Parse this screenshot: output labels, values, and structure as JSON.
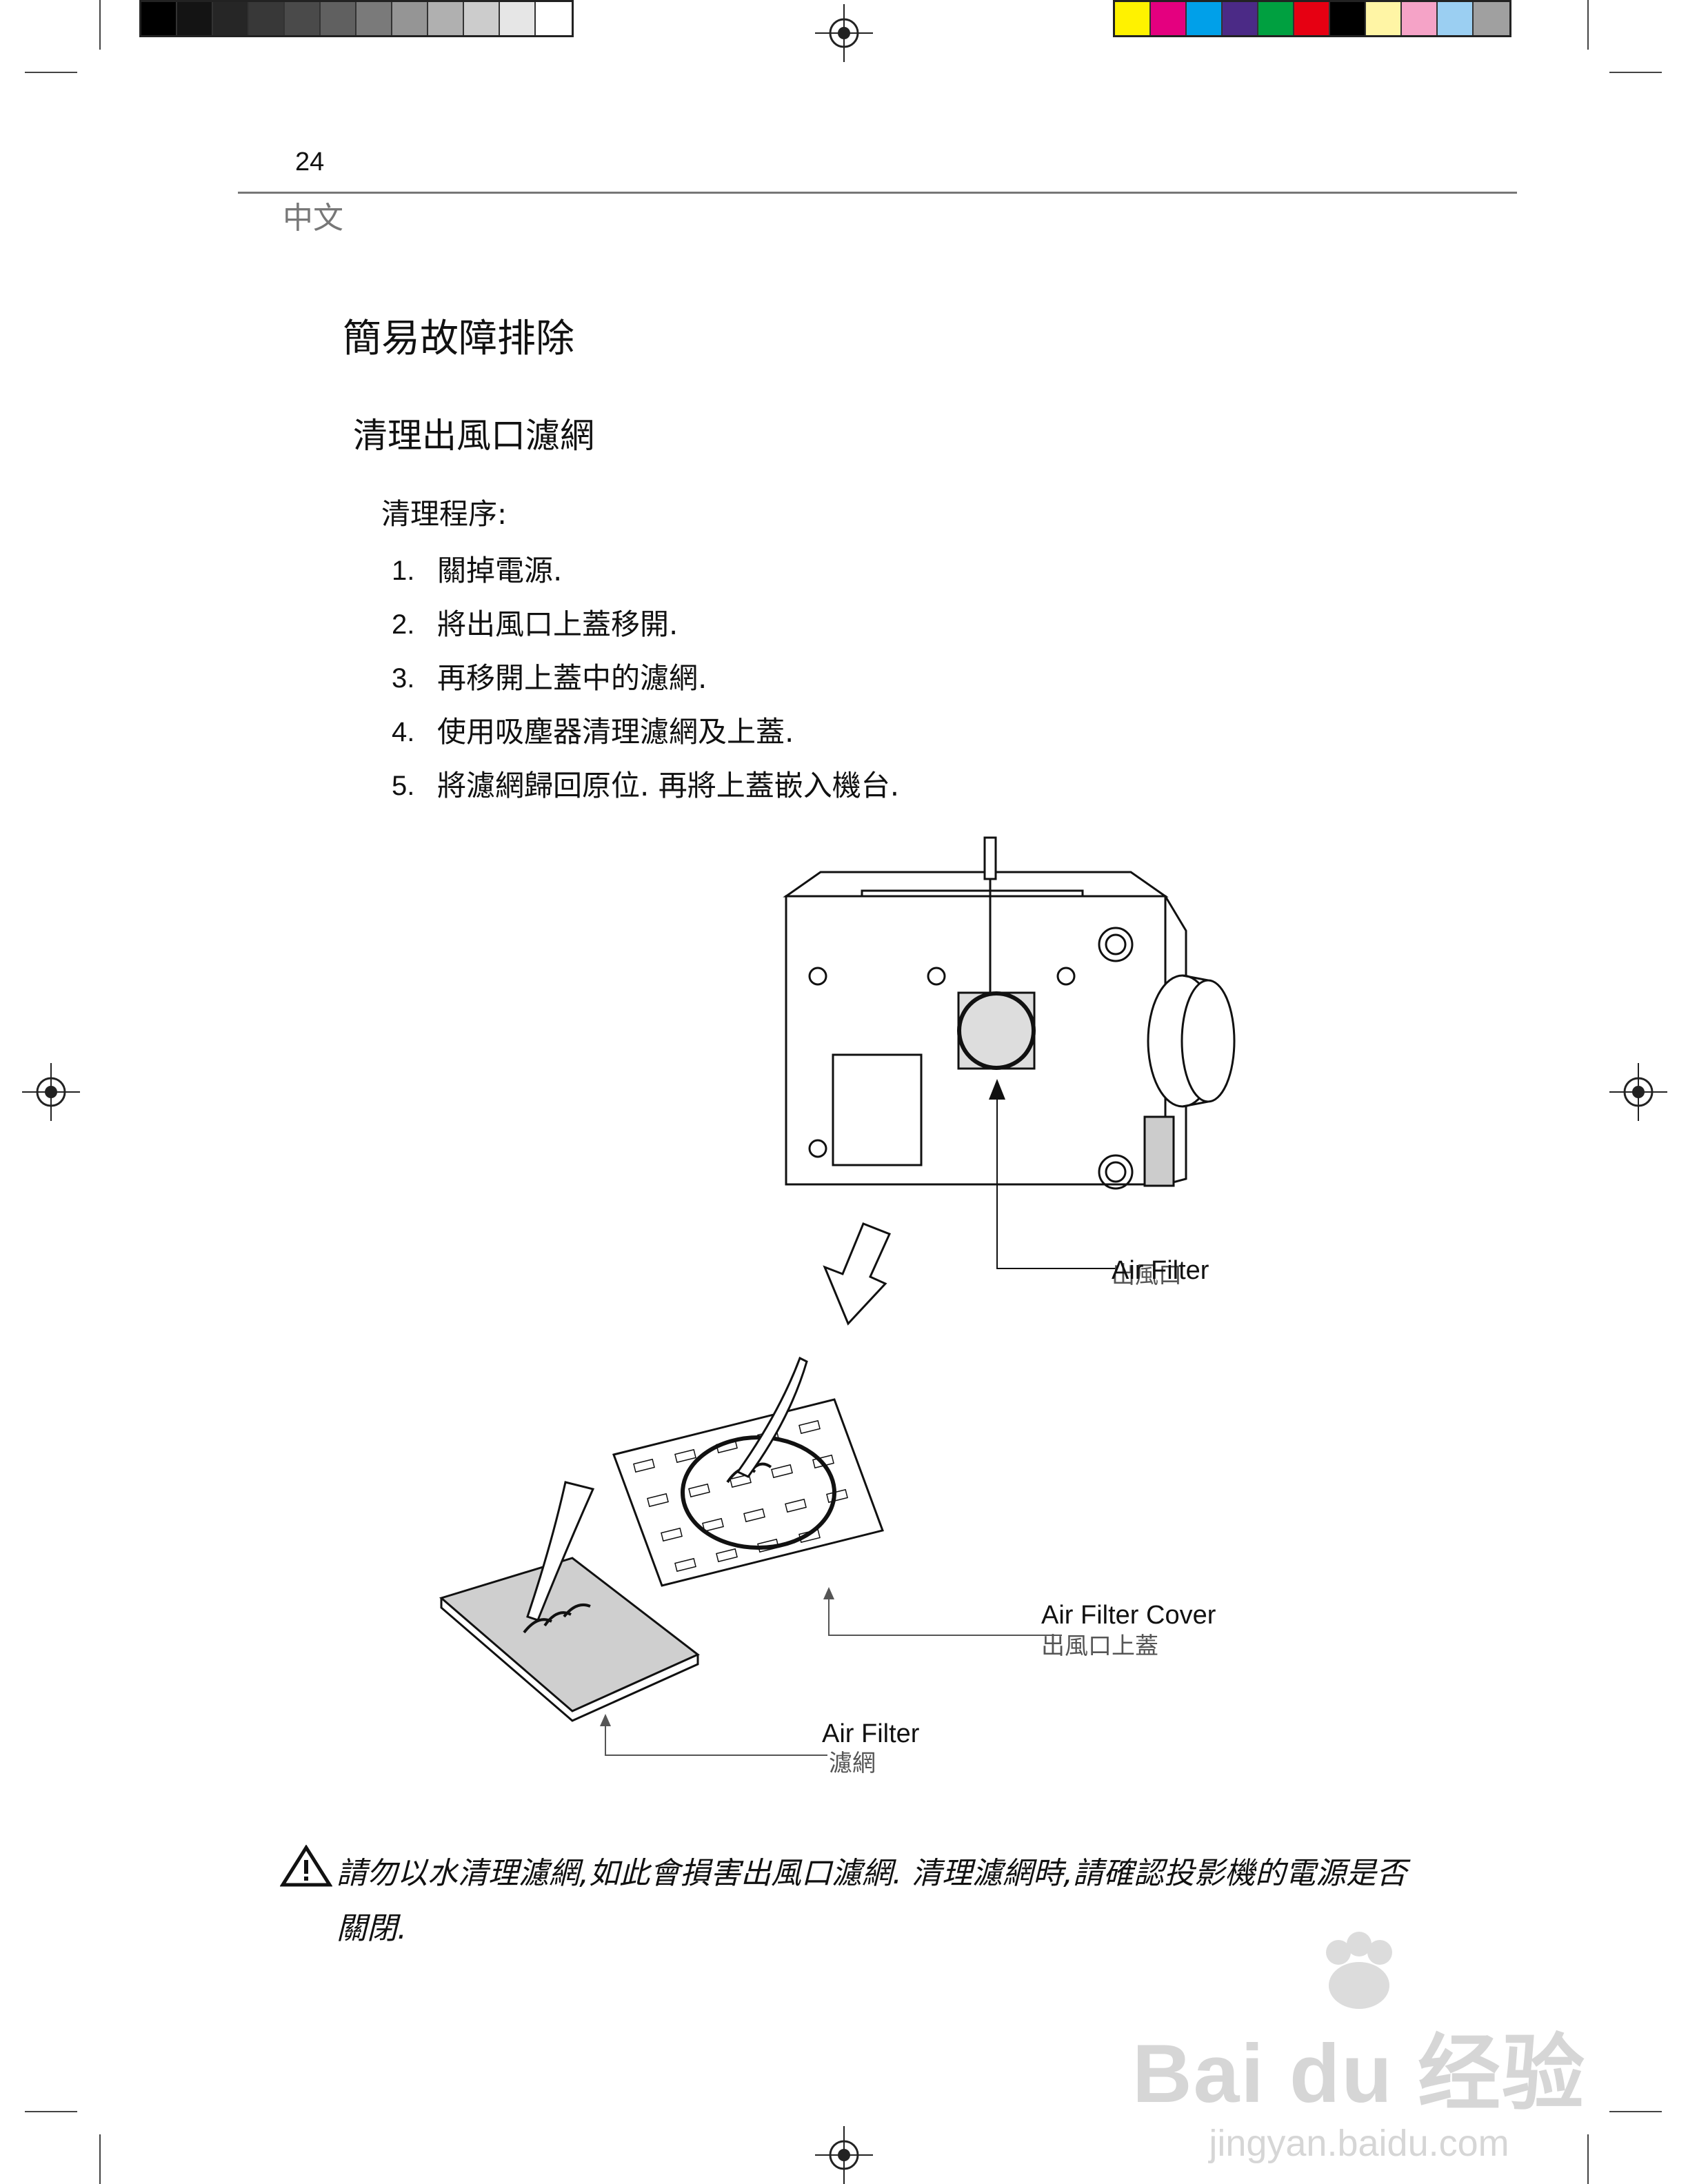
{
  "header": {
    "page_number": "24",
    "language": "中文"
  },
  "section_title": "簡易故障排除",
  "subsection_title": "清理出風口濾網",
  "procedure_label": "清理程序:",
  "steps": [
    {
      "num": "1.",
      "text": "關掉電源."
    },
    {
      "num": "2.",
      "text": "將出風口上蓋移開."
    },
    {
      "num": "3.",
      "text": "再移開上蓋中的濾網."
    },
    {
      "num": "4.",
      "text": "使用吸塵器清理濾網及上蓋."
    },
    {
      "num": "5.",
      "text": "將濾網歸回原位.  再將上蓋嵌入機台."
    }
  ],
  "illustration": {
    "label_top": {
      "en": "Air Filter",
      "zh": "出風口"
    },
    "label_cover": {
      "en": "Air Filter Cover",
      "zh": "出風口上蓋"
    },
    "label_filter": {
      "en": "Air Filter",
      "zh": "濾網"
    }
  },
  "warning": {
    "icon": "warning-triangle-icon",
    "line1": "請勿以水清理濾網,如此會損害出風口濾網.  清理濾網時,請確認投影機的電源是否",
    "line2": "關閉."
  },
  "watermark": {
    "main": "Bai du 经验",
    "sub": "jingyan.baidu.com"
  },
  "colors": {
    "grayscale_bar": [
      "#000000",
      "#141414",
      "#262626",
      "#383838",
      "#4a4a4a",
      "#606060",
      "#7a7a7a",
      "#959595",
      "#b0b0b0",
      "#cccccc",
      "#e6e6e6",
      "#ffffff"
    ],
    "color_bar": [
      "#fff200",
      "#e4007f",
      "#00a0e9",
      "#4b2a86",
      "#00a040",
      "#e60012",
      "#000000",
      "#fff5a5",
      "#f5a3c7",
      "#9bcff2",
      "#a0a0a0"
    ]
  }
}
